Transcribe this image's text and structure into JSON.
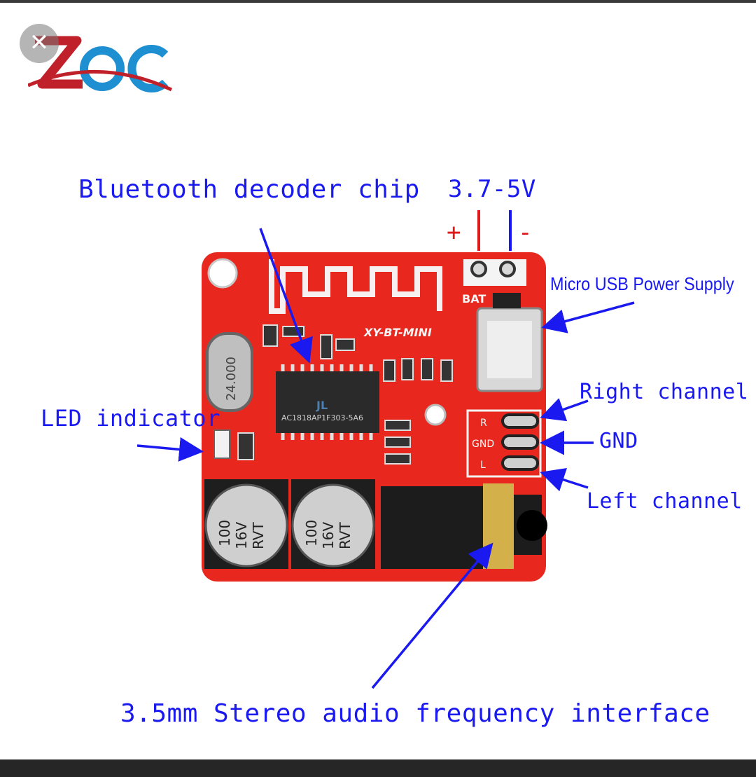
{
  "viewer": {
    "close_icon": "close-icon",
    "close_glyph": "✕"
  },
  "logo": {
    "text": "ZQC",
    "colors": {
      "z": "#c0202a",
      "qc": "#1e8fd0"
    }
  },
  "board": {
    "pcb_color": "#e8281e",
    "label_color": "#1a1af0",
    "polarity_color": "#e01a1a"
  },
  "labels": {
    "chip": "Bluetooth decoder chip",
    "voltage": "3.7-5V",
    "plus": "+",
    "minus": "-",
    "usb": "Micro USB Power Supply",
    "right": "Right channel",
    "gnd": "GND",
    "left": "Left channel",
    "led": "LED indicator",
    "jack": "3.5mm Stereo audio frequency interface"
  },
  "silkscreen": {
    "model": "XY-BT-MINI",
    "bat": "BAT",
    "pin_r": "R",
    "pin_gnd": "GND",
    "pin_l": "L",
    "crystal": "24.000",
    "ic": "AC1818AP1F303-5A6",
    "ic_logo": "JL",
    "cap1": [
      "100",
      "16V",
      "RVT"
    ],
    "cap2": [
      "100",
      "16V",
      "RVT"
    ]
  }
}
